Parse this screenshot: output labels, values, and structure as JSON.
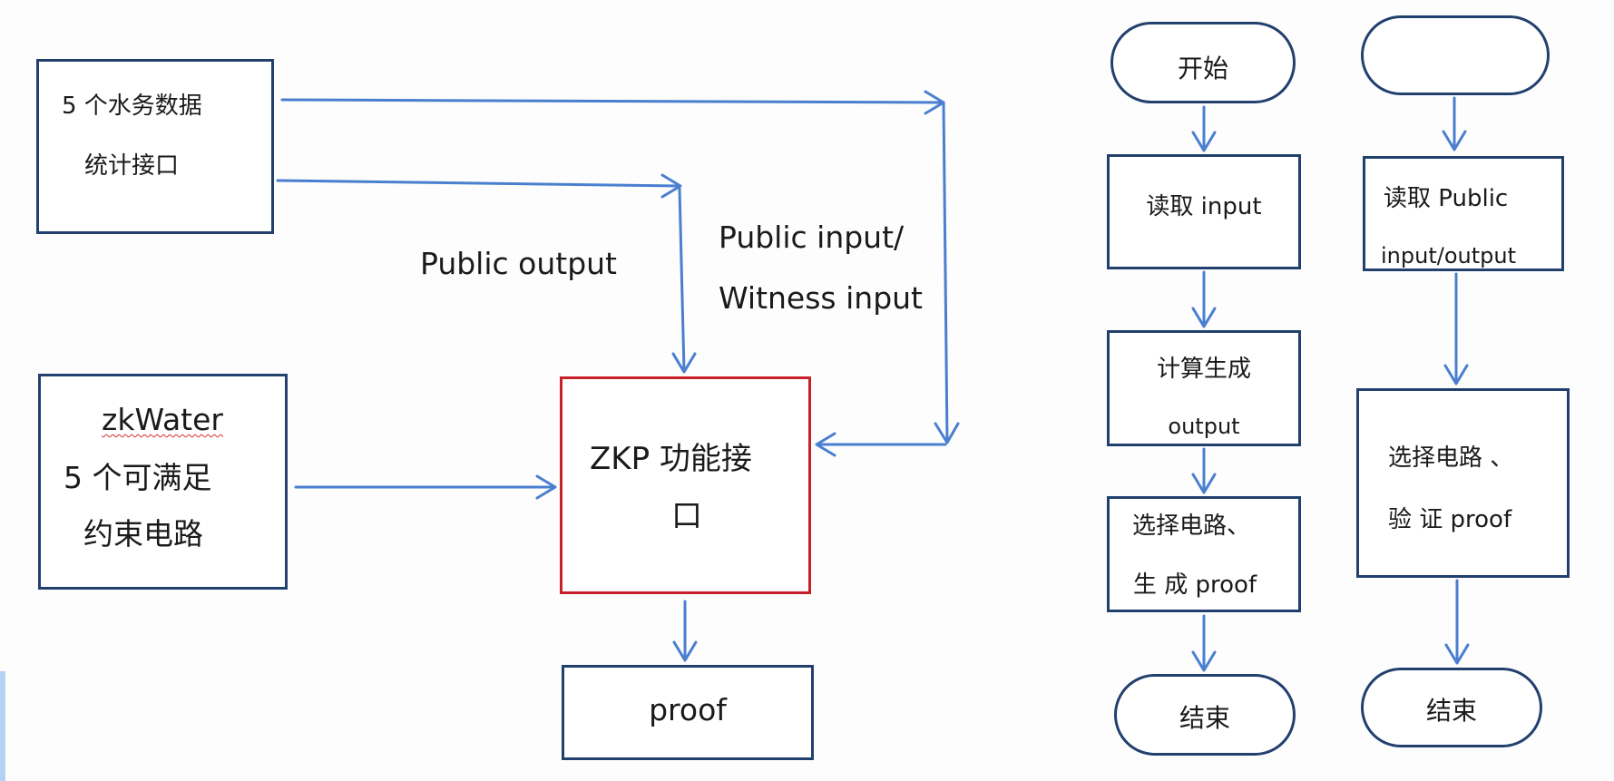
{
  "left_diagram": {
    "stats_box": {
      "line1": "5 个水务数据",
      "line2": "统计接口"
    },
    "zkwater_box": {
      "line1": "zkWater",
      "line2": "5 个可满足",
      "line3": "约束电路"
    },
    "zkp_box": {
      "line1": "ZKP 功能接",
      "line2": "口"
    },
    "proof_box": {
      "label": "proof"
    },
    "label_public_output": "Public output",
    "label_public_input_line1": "Public input/",
    "label_public_input_line2": "Witness input"
  },
  "prover_flow": {
    "start": "开始",
    "step1": "读取 input",
    "step2_line1": "计算生成",
    "step2_line2": "output",
    "step3_line1": "选择电路、",
    "step3_line2": "生 成  proof",
    "end": "结束"
  },
  "verifier_flow": {
    "start": "",
    "step1_line1": "读取 Public",
    "step1_line2": "input/output",
    "step2_line1": "选择电路 、",
    "step2_line2": "验 证  proof",
    "end": "结束"
  },
  "colors": {
    "box_border": "#22406e",
    "zkp_border": "#c8202a",
    "arrow": "#4a7fd0"
  }
}
